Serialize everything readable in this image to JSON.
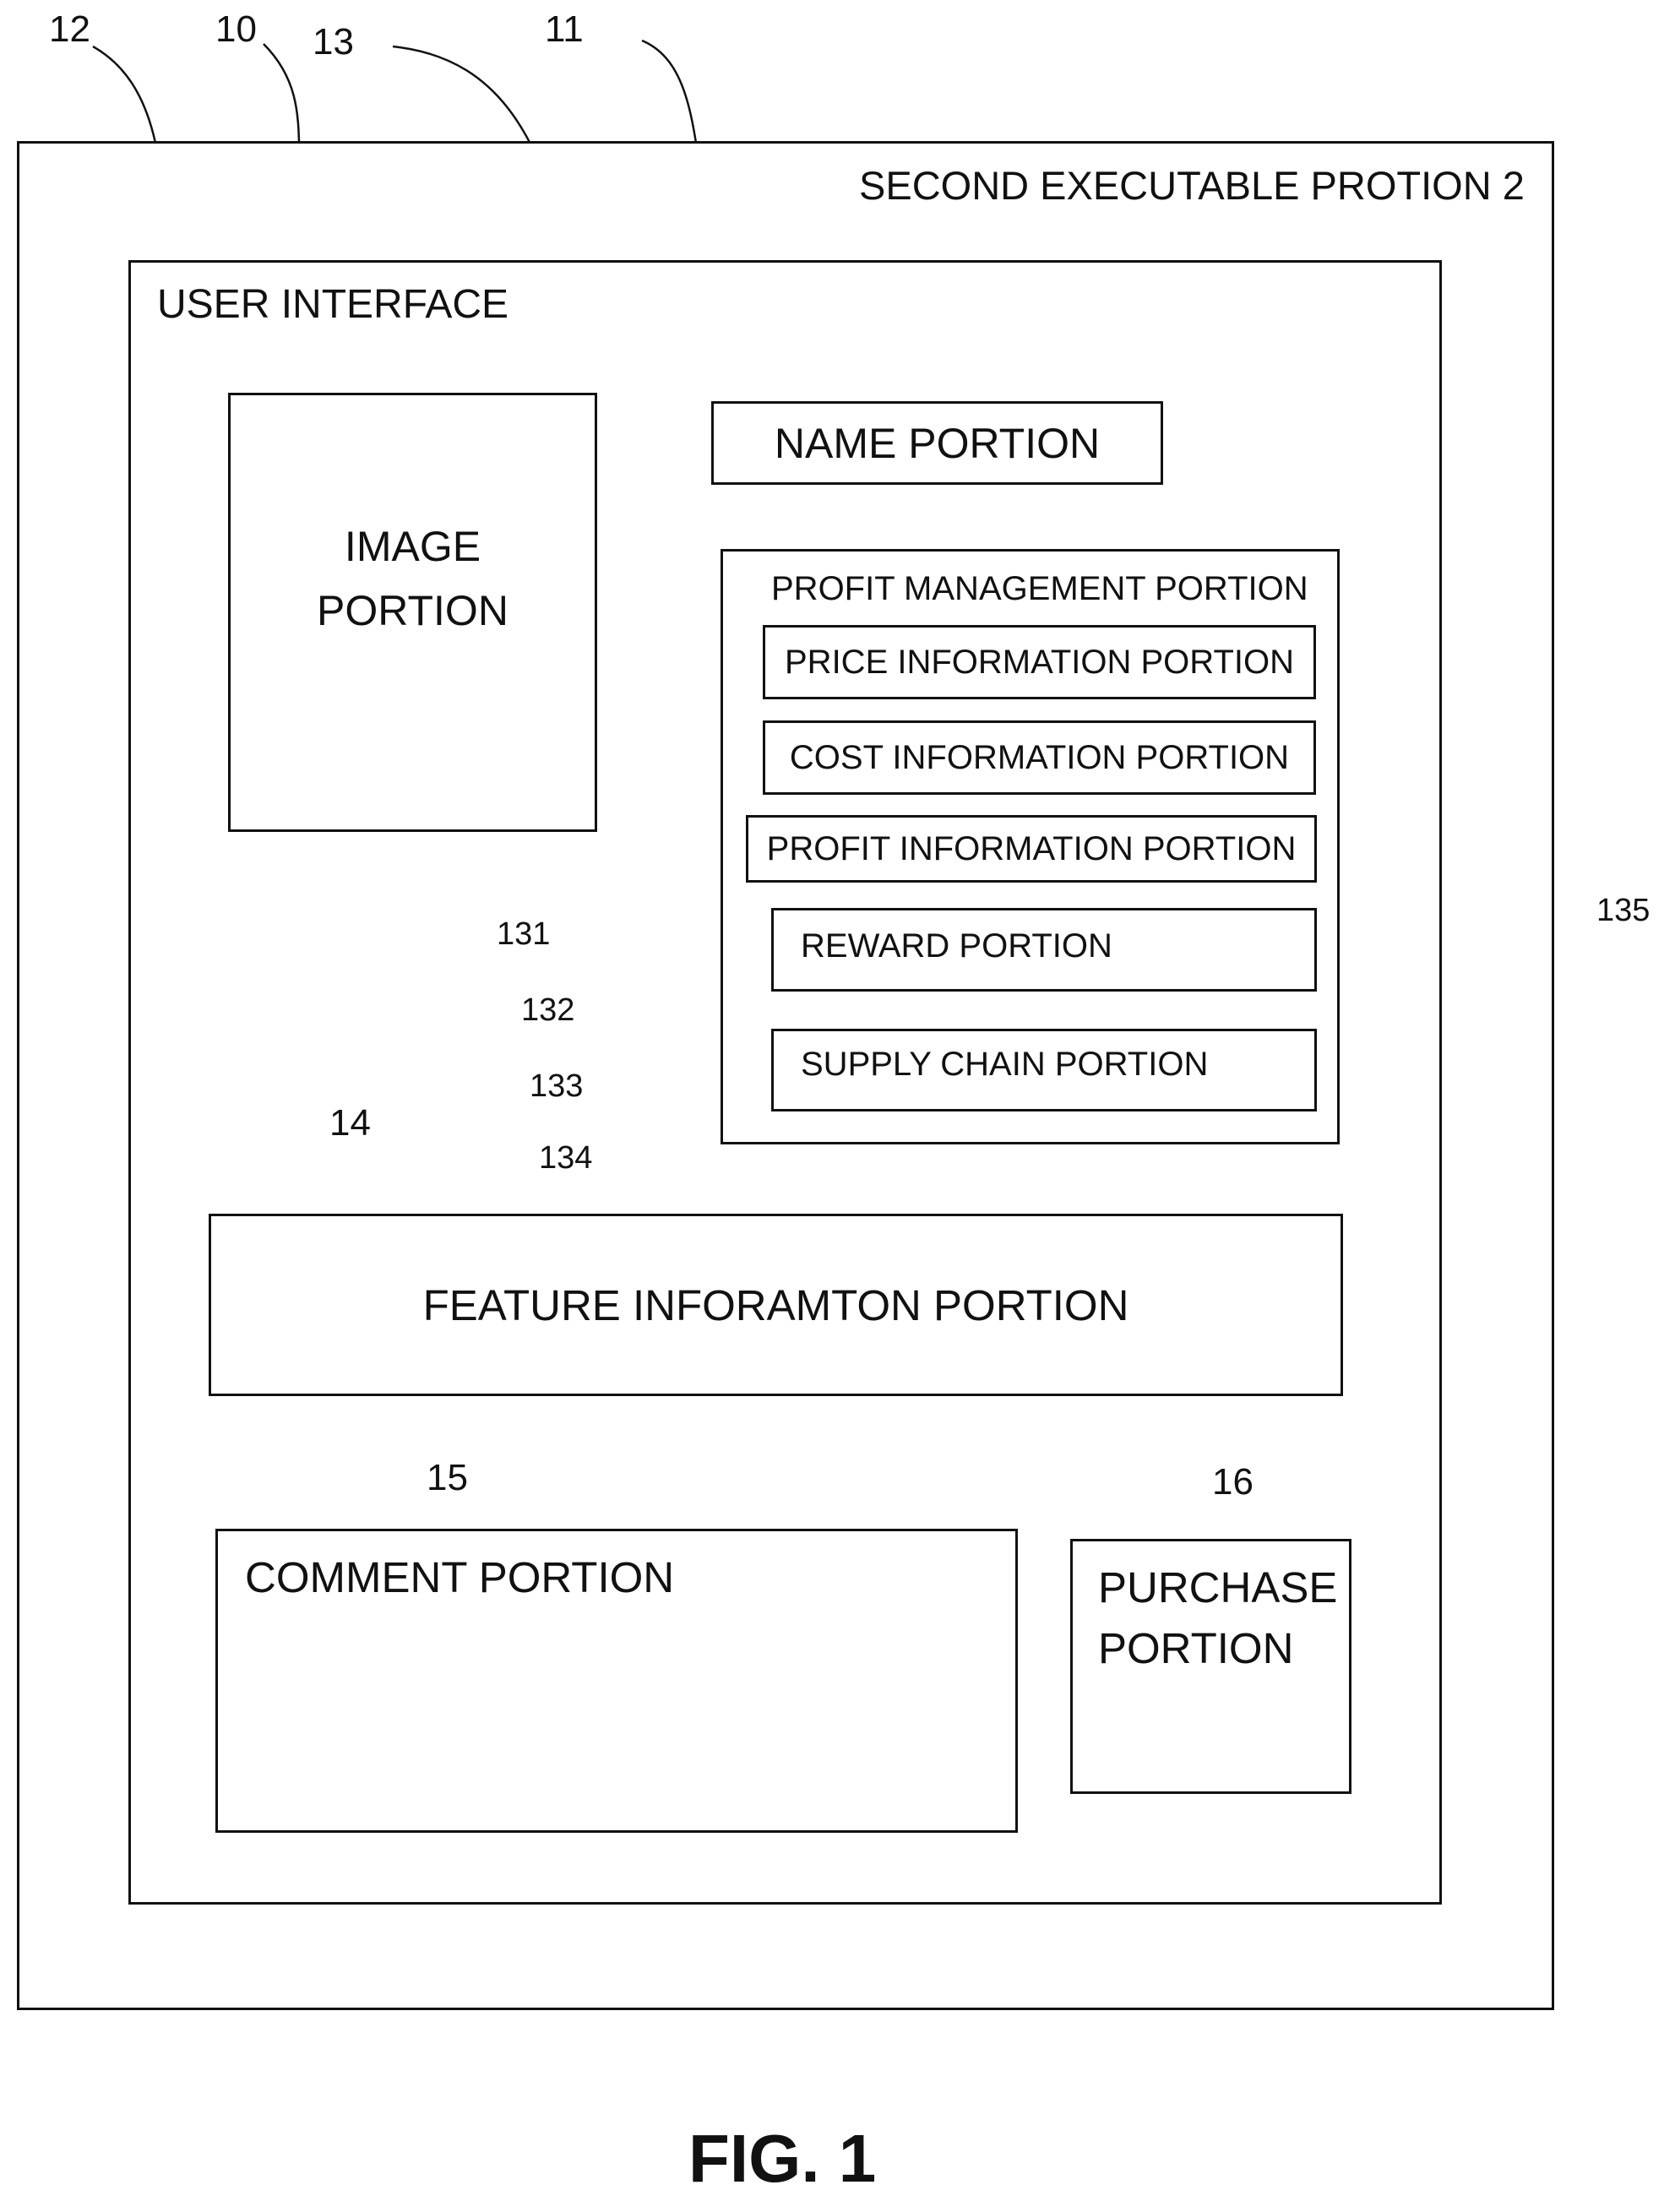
{
  "outer": {
    "title": "SECOND EXECUTABLE PROTION 2"
  },
  "user_interface": {
    "title": "USER INTERFACE"
  },
  "name_portion": {
    "label": "NAME PORTION"
  },
  "image_portion": {
    "line1": "IMAGE",
    "line2": "PORTION"
  },
  "profit_management": {
    "title": "PROFIT MANAGEMENT PORTION",
    "items": [
      {
        "label": "PRICE INFORMATION PORTION"
      },
      {
        "label": "COST INFORMATION PORTION"
      },
      {
        "label": "PROFIT INFORMATION PORTION"
      },
      {
        "label": "REWARD PORTION"
      },
      {
        "label": "SUPPLY CHAIN PORTION"
      }
    ]
  },
  "feature_portion": {
    "label": "FEATURE INFORAMTON PORTION"
  },
  "comment_portion": {
    "label": "COMMENT PORTION"
  },
  "purchase_portion": {
    "line1": "PURCHASE",
    "line2": "PORTION"
  },
  "reference_numerals": {
    "r12": "12",
    "r10": "10",
    "r13": "13",
    "r11": "11",
    "r131": "131",
    "r132": "132",
    "r133": "133",
    "r134": "134",
    "r135": "135",
    "r14": "14",
    "r15": "15",
    "r16": "16"
  },
  "figure_caption": "FIG. 1"
}
